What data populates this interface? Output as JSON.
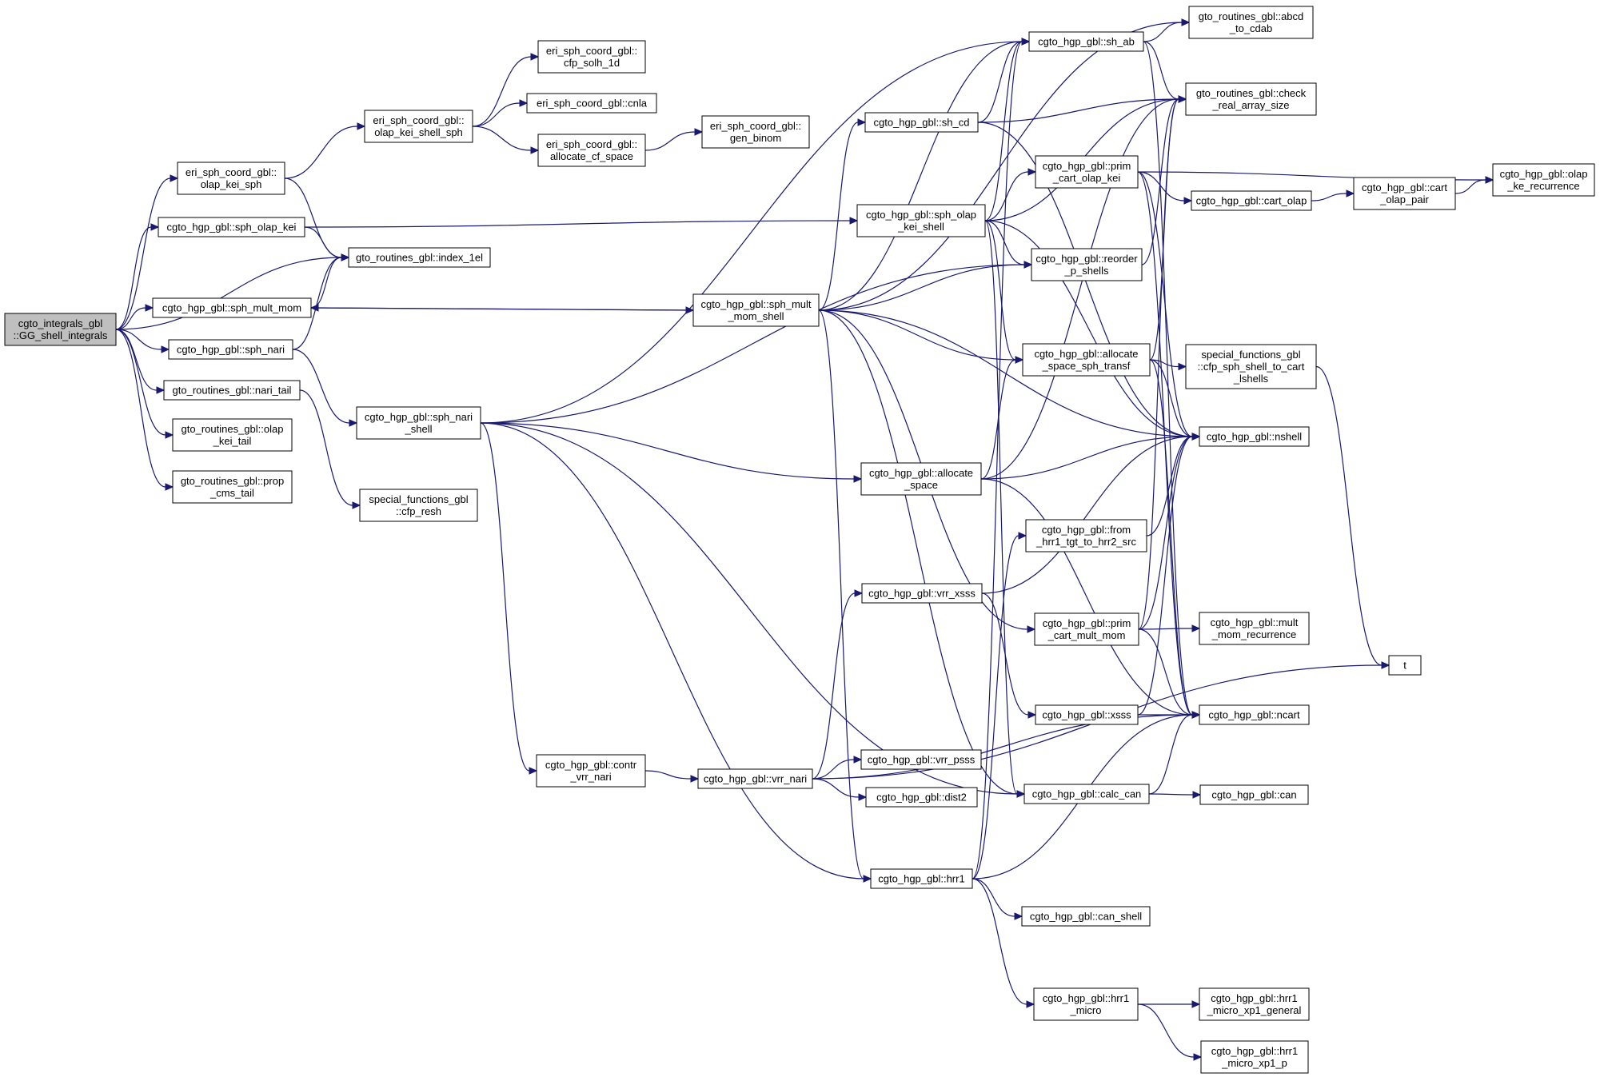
{
  "colors": {
    "edge": "#191970",
    "root_fill": "#bfbfbf",
    "node_fill": "#ffffff",
    "node_border": "#000000"
  },
  "nodes": [
    {
      "id": "root",
      "lines": [
        "cgto_integrals_gbl",
        "::GG_shell_integrals"
      ]
    },
    {
      "id": "olap_kei_sph",
      "lines": [
        "eri_sph_coord_gbl::",
        "olap_kei_sph"
      ]
    },
    {
      "id": "sph_olap_kei",
      "lines": [
        "cgto_hgp_gbl::sph_olap_kei"
      ]
    },
    {
      "id": "index_1el",
      "lines": [
        "gto_routines_gbl::index_1el"
      ]
    },
    {
      "id": "sph_mult_mom",
      "lines": [
        "cgto_hgp_gbl::sph_mult_mom"
      ]
    },
    {
      "id": "sph_nari",
      "lines": [
        "cgto_hgp_gbl::sph_nari"
      ]
    },
    {
      "id": "nari_tail",
      "lines": [
        "gto_routines_gbl::nari_tail"
      ]
    },
    {
      "id": "olap_kei_tail",
      "lines": [
        "gto_routines_gbl::olap",
        "_kei_tail"
      ]
    },
    {
      "id": "prop_cms_tail",
      "lines": [
        "gto_routines_gbl::prop",
        "_cms_tail"
      ]
    },
    {
      "id": "olap_kei_shell_sph",
      "lines": [
        "eri_sph_coord_gbl::",
        "olap_kei_shell_sph"
      ]
    },
    {
      "id": "cfp_solh_1d",
      "lines": [
        "eri_sph_coord_gbl::",
        "cfp_solh_1d"
      ]
    },
    {
      "id": "cnla",
      "lines": [
        "eri_sph_coord_gbl::cnla"
      ]
    },
    {
      "id": "allocate_cf_space",
      "lines": [
        "eri_sph_coord_gbl::",
        "allocate_cf_space"
      ]
    },
    {
      "id": "gen_binom",
      "lines": [
        "eri_sph_coord_gbl::",
        "gen_binom"
      ]
    },
    {
      "id": "sph_nari_shell",
      "lines": [
        "cgto_hgp_gbl::sph_nari",
        "_shell"
      ]
    },
    {
      "id": "cfp_resh",
      "lines": [
        "special_functions_gbl",
        "::cfp_resh"
      ]
    },
    {
      "id": "sph_mult_mom_shell",
      "lines": [
        "cgto_hgp_gbl::sph_mult",
        "_mom_shell"
      ]
    },
    {
      "id": "sh_cd",
      "lines": [
        "cgto_hgp_gbl::sh_cd"
      ]
    },
    {
      "id": "sph_olap_kei_shell",
      "lines": [
        "cgto_hgp_gbl::sph_olap",
        "_kei_shell"
      ]
    },
    {
      "id": "allocate_space",
      "lines": [
        "cgto_hgp_gbl::allocate",
        "_space"
      ]
    },
    {
      "id": "vrr_xsss",
      "lines": [
        "cgto_hgp_gbl::vrr_xsss"
      ]
    },
    {
      "id": "contr_vrr_nari",
      "lines": [
        "cgto_hgp_gbl::contr",
        "_vrr_nari"
      ]
    },
    {
      "id": "vrr_nari",
      "lines": [
        "cgto_hgp_gbl::vrr_nari"
      ]
    },
    {
      "id": "vrr_psss",
      "lines": [
        "cgto_hgp_gbl::vrr_psss"
      ]
    },
    {
      "id": "dist2",
      "lines": [
        "cgto_hgp_gbl::dist2"
      ]
    },
    {
      "id": "hrr1",
      "lines": [
        "cgto_hgp_gbl::hrr1"
      ]
    },
    {
      "id": "sh_ab",
      "lines": [
        "cgto_hgp_gbl::sh_ab"
      ]
    },
    {
      "id": "prim_cart_olap_kei",
      "lines": [
        "cgto_hgp_gbl::prim",
        "_cart_olap_kei"
      ]
    },
    {
      "id": "reorder_p_shells",
      "lines": [
        "cgto_hgp_gbl::reorder",
        "_p_shells"
      ]
    },
    {
      "id": "allocate_space_sph_transf",
      "lines": [
        "cgto_hgp_gbl::allocate",
        "_space_sph_transf"
      ]
    },
    {
      "id": "from_hrr1",
      "lines": [
        "cgto_hgp_gbl::from",
        "_hrr1_tgt_to_hrr2_src"
      ]
    },
    {
      "id": "prim_cart_mult_mom",
      "lines": [
        "cgto_hgp_gbl::prim",
        "_cart_mult_mom"
      ]
    },
    {
      "id": "xsss",
      "lines": [
        "cgto_hgp_gbl::xsss"
      ]
    },
    {
      "id": "calc_can",
      "lines": [
        "cgto_hgp_gbl::calc_can"
      ]
    },
    {
      "id": "can_shell",
      "lines": [
        "cgto_hgp_gbl::can_shell"
      ]
    },
    {
      "id": "hrr1_micro",
      "lines": [
        "cgto_hgp_gbl::hrr1",
        "_micro"
      ]
    },
    {
      "id": "abcd_to_cdab",
      "lines": [
        "gto_routines_gbl::abcd",
        "_to_cdab"
      ]
    },
    {
      "id": "check_real_array_size",
      "lines": [
        "gto_routines_gbl::check",
        "_real_array_size"
      ]
    },
    {
      "id": "cart_olap",
      "lines": [
        "cgto_hgp_gbl::cart_olap"
      ]
    },
    {
      "id": "cfp_sph_shell_to_cart",
      "lines": [
        "special_functions_gbl",
        "::cfp_sph_shell_to_cart",
        "_lshells"
      ]
    },
    {
      "id": "nshell",
      "lines": [
        "cgto_hgp_gbl::nshell"
      ]
    },
    {
      "id": "mult_mom_recurrence",
      "lines": [
        "cgto_hgp_gbl::mult",
        "_mom_recurrence"
      ]
    },
    {
      "id": "ncart",
      "lines": [
        "cgto_hgp_gbl::ncart"
      ]
    },
    {
      "id": "can",
      "lines": [
        "cgto_hgp_gbl::can"
      ]
    },
    {
      "id": "hrr1_micro_xp1_general",
      "lines": [
        "cgto_hgp_gbl::hrr1",
        "_micro_xp1_general"
      ]
    },
    {
      "id": "hrr1_micro_xp1_p",
      "lines": [
        "cgto_hgp_gbl::hrr1",
        "_micro_xp1_p"
      ]
    },
    {
      "id": "cart_olap_pair",
      "lines": [
        "cgto_hgp_gbl::cart",
        "_olap_pair"
      ]
    },
    {
      "id": "t",
      "lines": [
        "t"
      ]
    },
    {
      "id": "olap_ke_recurrence",
      "lines": [
        "cgto_hgp_gbl::olap",
        "_ke_recurrence"
      ]
    }
  ],
  "edges": [
    [
      "root",
      "olap_kei_sph"
    ],
    [
      "root",
      "sph_olap_kei"
    ],
    [
      "root",
      "index_1el"
    ],
    [
      "root",
      "sph_mult_mom"
    ],
    [
      "root",
      "sph_nari"
    ],
    [
      "root",
      "nari_tail"
    ],
    [
      "root",
      "olap_kei_tail"
    ],
    [
      "root",
      "prop_cms_tail"
    ],
    [
      "olap_kei_sph",
      "olap_kei_shell_sph"
    ],
    [
      "olap_kei_sph",
      "index_1el"
    ],
    [
      "sph_olap_kei",
      "index_1el"
    ],
    [
      "sph_olap_kei",
      "sph_olap_kei_shell"
    ],
    [
      "sph_mult_mom",
      "index_1el"
    ],
    [
      "sph_mult_mom",
      "sph_mult_mom_shell"
    ],
    [
      "sph_nari",
      "index_1el"
    ],
    [
      "sph_nari",
      "sph_nari_shell"
    ],
    [
      "nari_tail",
      "cfp_resh"
    ],
    [
      "olap_kei_shell_sph",
      "cfp_solh_1d"
    ],
    [
      "olap_kei_shell_sph",
      "cnla"
    ],
    [
      "olap_kei_shell_sph",
      "allocate_cf_space"
    ],
    [
      "allocate_cf_space",
      "gen_binom"
    ],
    [
      "sph_nari_shell",
      "sh_ab"
    ],
    [
      "sph_nari_shell",
      "reorder_p_shells"
    ],
    [
      "sph_nari_shell",
      "allocate_space"
    ],
    [
      "sph_nari_shell",
      "contr_vrr_nari"
    ],
    [
      "sph_nari_shell",
      "hrr1"
    ],
    [
      "sph_nari_shell",
      "calc_can"
    ],
    [
      "sph_mult_mom_shell",
      "sph_mult_mom"
    ],
    [
      "sph_mult_mom_shell",
      "sh_cd"
    ],
    [
      "sph_mult_mom_shell",
      "sh_ab"
    ],
    [
      "sph_mult_mom_shell",
      "abcd_to_cdab"
    ],
    [
      "sph_mult_mom_shell",
      "reorder_p_shells"
    ],
    [
      "sph_mult_mom_shell",
      "allocate_space_sph_transf"
    ],
    [
      "sph_mult_mom_shell",
      "nshell"
    ],
    [
      "sph_mult_mom_shell",
      "prim_cart_mult_mom"
    ],
    [
      "sph_mult_mom_shell",
      "hrr1"
    ],
    [
      "sph_mult_mom_shell",
      "calc_can"
    ],
    [
      "sh_cd",
      "sh_ab"
    ],
    [
      "sh_cd",
      "check_real_array_size"
    ],
    [
      "sh_cd",
      "nshell"
    ],
    [
      "sph_olap_kei_shell",
      "sh_ab"
    ],
    [
      "sph_olap_kei_shell",
      "check_real_array_size"
    ],
    [
      "sph_olap_kei_shell",
      "prim_cart_olap_kei"
    ],
    [
      "sph_olap_kei_shell",
      "reorder_p_shells"
    ],
    [
      "sph_olap_kei_shell",
      "allocate_space_sph_transf"
    ],
    [
      "sph_olap_kei_shell",
      "nshell"
    ],
    [
      "sph_olap_kei_shell",
      "calc_can"
    ],
    [
      "allocate_space",
      "allocate_space_sph_transf"
    ],
    [
      "allocate_space",
      "check_real_array_size"
    ],
    [
      "allocate_space",
      "nshell"
    ],
    [
      "allocate_space",
      "ncart"
    ],
    [
      "vrr_xsss",
      "nshell"
    ],
    [
      "vrr_xsss",
      "xsss"
    ],
    [
      "contr_vrr_nari",
      "vrr_nari"
    ],
    [
      "vrr_nari",
      "vrr_xsss"
    ],
    [
      "vrr_nari",
      "vrr_psss"
    ],
    [
      "vrr_nari",
      "dist2"
    ],
    [
      "vrr_nari",
      "ncart"
    ],
    [
      "vrr_nari",
      "t"
    ],
    [
      "hrr1",
      "from_hrr1"
    ],
    [
      "hrr1",
      "sh_ab"
    ],
    [
      "hrr1",
      "ncart"
    ],
    [
      "hrr1",
      "can_shell"
    ],
    [
      "hrr1",
      "hrr1_micro"
    ],
    [
      "sh_ab",
      "abcd_to_cdab"
    ],
    [
      "sh_ab",
      "check_real_array_size"
    ],
    [
      "sh_ab",
      "ncart"
    ],
    [
      "prim_cart_olap_kei",
      "olap_ke_recurrence"
    ],
    [
      "prim_cart_olap_kei",
      "cart_olap"
    ],
    [
      "prim_cart_olap_kei",
      "nshell"
    ],
    [
      "prim_cart_olap_kei",
      "ncart"
    ],
    [
      "reorder_p_shells",
      "check_real_array_size"
    ],
    [
      "allocate_space_sph_transf",
      "check_real_array_size"
    ],
    [
      "allocate_space_sph_transf",
      "cfp_sph_shell_to_cart"
    ],
    [
      "allocate_space_sph_transf",
      "nshell"
    ],
    [
      "allocate_space_sph_transf",
      "ncart"
    ],
    [
      "from_hrr1",
      "nshell"
    ],
    [
      "prim_cart_mult_mom",
      "check_real_array_size"
    ],
    [
      "prim_cart_mult_mom",
      "mult_mom_recurrence"
    ],
    [
      "prim_cart_mult_mom",
      "nshell"
    ],
    [
      "prim_cart_mult_mom",
      "ncart"
    ],
    [
      "xsss",
      "nshell"
    ],
    [
      "xsss",
      "ncart"
    ],
    [
      "calc_can",
      "ncart"
    ],
    [
      "calc_can",
      "can"
    ],
    [
      "hrr1_micro",
      "hrr1_micro_xp1_general"
    ],
    [
      "hrr1_micro",
      "hrr1_micro_xp1_p"
    ],
    [
      "cart_olap",
      "cart_olap_pair"
    ],
    [
      "cart_olap_pair",
      "olap_ke_recurrence"
    ],
    [
      "cfp_sph_shell_to_cart",
      "t"
    ]
  ]
}
